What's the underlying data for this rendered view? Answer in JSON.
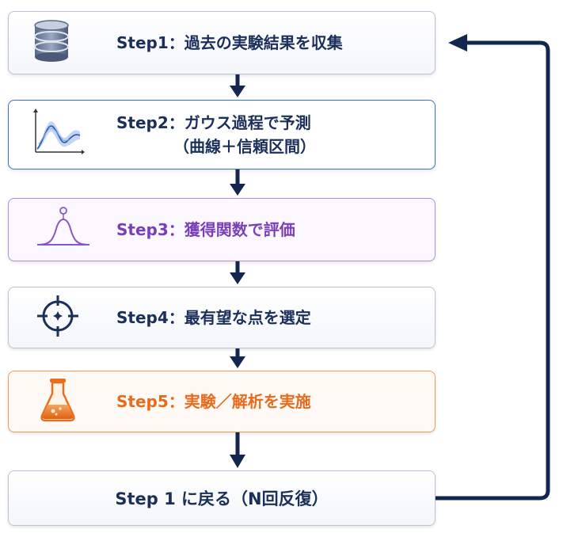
{
  "steps": [
    {
      "label": "Step1：過去の実験結果を収集",
      "icon": "database-icon"
    },
    {
      "label": "Step2：ガウス過程で予測",
      "sublabel": "（曲線＋信頼区間）",
      "icon": "gaussian-plot-icon"
    },
    {
      "label": "Step3：獲得関数で評価",
      "icon": "bell-curve-icon"
    },
    {
      "label": "Step4：最有望な点を選定",
      "icon": "crosshair-icon"
    },
    {
      "label": "Step5：実験／解析を実施",
      "icon": "flask-icon"
    }
  ],
  "final": {
    "label": "Step 1 に戻る（N回反復）"
  },
  "colors": {
    "navy": "#1a2f5a",
    "blue_border": "#3b73c4",
    "purple": "#7a3fb8",
    "orange": "#e86a1c",
    "arrow": "#13264f"
  }
}
